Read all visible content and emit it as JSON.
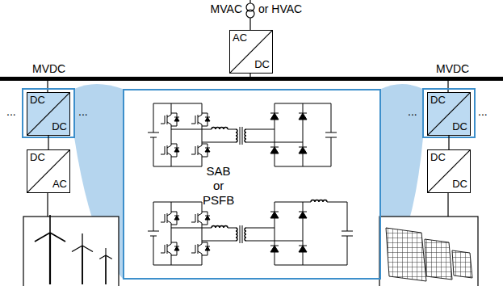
{
  "diagram": {
    "nodes": [
      {
        "text": [
          "AC",
          "DC"
        ]
      },
      {
        "text": [
          "DC",
          "DC"
        ]
      },
      {
        "text": [
          "DC",
          "AC"
        ]
      },
      {
        "text": [
          "DC",
          "DC"
        ]
      },
      {
        "text": [
          "DC",
          "DC"
        ]
      },
      {
        "text": [
          "SAB or PSFB"
        ]
      }
    ],
    "edges": [
      {
        "from": 1,
        "to": 2,
        "arrow": "none"
      },
      {
        "from": 3,
        "to": 4,
        "arrow": "none"
      }
    ],
    "labels": [
      "MVAC",
      "or HVAC",
      "MVDC",
      "MVDC",
      "...",
      "...",
      "...",
      "..."
    ]
  }
}
